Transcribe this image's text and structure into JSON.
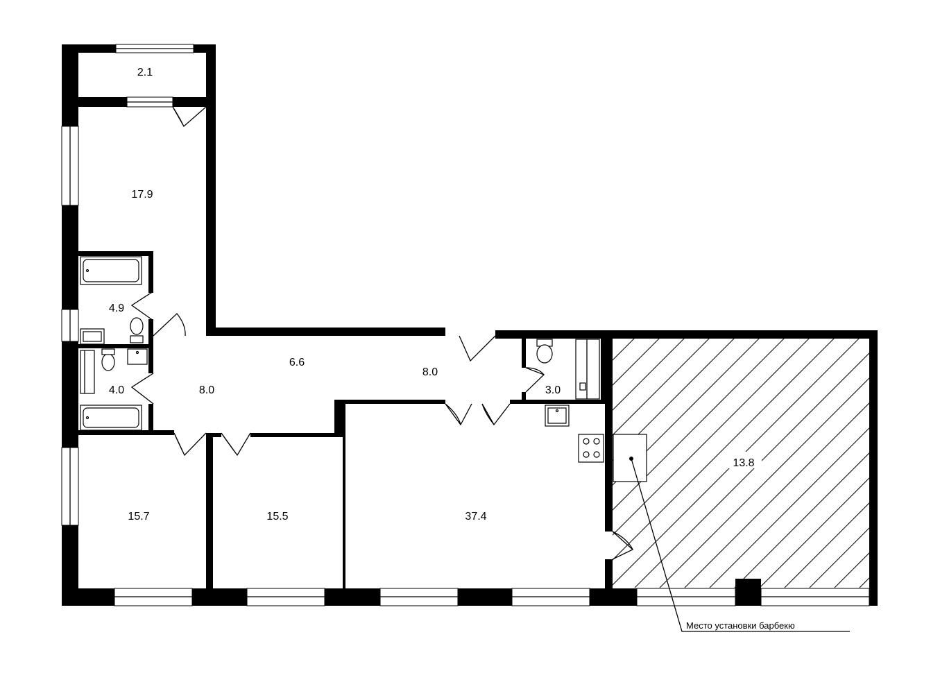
{
  "plan": {
    "rooms": [
      {
        "id": "balcony",
        "area": "2.1"
      },
      {
        "id": "bedroom-1",
        "area": "17.9"
      },
      {
        "id": "bathroom-1",
        "area": "4.9"
      },
      {
        "id": "bathroom-2",
        "area": "4.0"
      },
      {
        "id": "hall-left",
        "area": "8.0"
      },
      {
        "id": "corridor",
        "area": "6.6"
      },
      {
        "id": "hall-right",
        "area": "8.0"
      },
      {
        "id": "wc",
        "area": "3.0"
      },
      {
        "id": "bedroom-2",
        "area": "15.7"
      },
      {
        "id": "bedroom-3",
        "area": "15.5"
      },
      {
        "id": "living-kitchen",
        "area": "37.4"
      },
      {
        "id": "terrace",
        "area": "13.8"
      }
    ],
    "annotation": {
      "bbq_note": "Место установки барбекю"
    }
  }
}
